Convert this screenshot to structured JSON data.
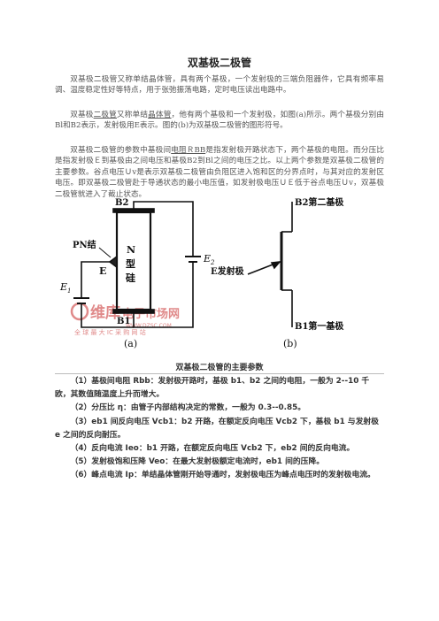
{
  "doc": {
    "title": "双基极二极管",
    "p1": "双基极二极管又称单结晶体管，具有两个基极，一个发射极的三端负阻器件，它具有频率易调、温度稳定性好等特点，用于张弛振荡电路，定时电压读出电路中。",
    "p2_a": "双基极",
    "p2_b": "二极管",
    "p2_c": "又称单结",
    "p2_d": "晶体管",
    "p2_e": "，他有两个基极和一个发射极，如图(a)所示。两个基极分别由Bl和B2表示，发射极用E表示。图的(b)为双基极二极管的图形符号。",
    "p3_a": "双基极二极管的参数中基极间",
    "p3_b": "电阻",
    "p3_c": "ＲBB",
    "p3_d": "是指发射极开路状态下，两个基极的电阻。而分压比是指发射极Ｅ到基极由之间电压和基极B2到Bl之间的电压之比。以上两个参数是双基极二极管的主要参数。谷点电压Ｕv是表示双基极二极管由负阻区进入饱和区的分界点时，与其对应的发射区电压。即双基极二极管赴于导通状态的最小电压值，如发射极电压ＵＥ低于谷点电压Ｕv，双基极二极管就进入了截止状态。"
  },
  "figure": {
    "a_labels": {
      "b2": "B2",
      "pn": "PN结",
      "e": "E",
      "n": "N",
      "xing": "型",
      "gui": "硅",
      "e1": "E",
      "e1_sub": "1",
      "e2": "E",
      "e2_sub": "2",
      "b1": "B1",
      "caption": "(a)"
    },
    "b_labels": {
      "b2": "B2第二基极",
      "e": "E发射极",
      "b1": "B1第一基极",
      "caption": "(b)"
    },
    "watermark": {
      "brand": "维库",
      "brand2": "电子市场网",
      "url": "WWW.DZSC.COM",
      "slogan": "全 球 最 大 IC 采 购 网 站"
    },
    "colors": {
      "ink": "#111111",
      "pn_fill": "#222222",
      "watermark": "#e08a8a"
    }
  },
  "params": {
    "caption": "双基极二极管的主要参数",
    "items": [
      "（1）基极间电阻 Rbb：发射极开路时，基极 b1、b2 之间的电阻，一般为 2--10 千欧，其数值随温度上升而增大。",
      "（2）分压比 η：由管子内部结构决定的常数，一般为 0.3--0.85。",
      "（3）eb1 间反向电压 Vcb1：b2 开路，在额定反向电压 Vcb2 下，基极 b1 与发射极 e 之间的反向耐压。",
      "（4）反向电流 Ieo：b1 开路，在额定反向电压 Vcb2 下，eb2 间的反向电流。",
      "（5）发射极饱和压降 Veo：在最大发射极额定电流时，eb1 间的压降。",
      "（6）峰点电流 Ip：单结晶体管刚开始导通时，发射极电压为峰点电压时的发射极电流。"
    ]
  }
}
